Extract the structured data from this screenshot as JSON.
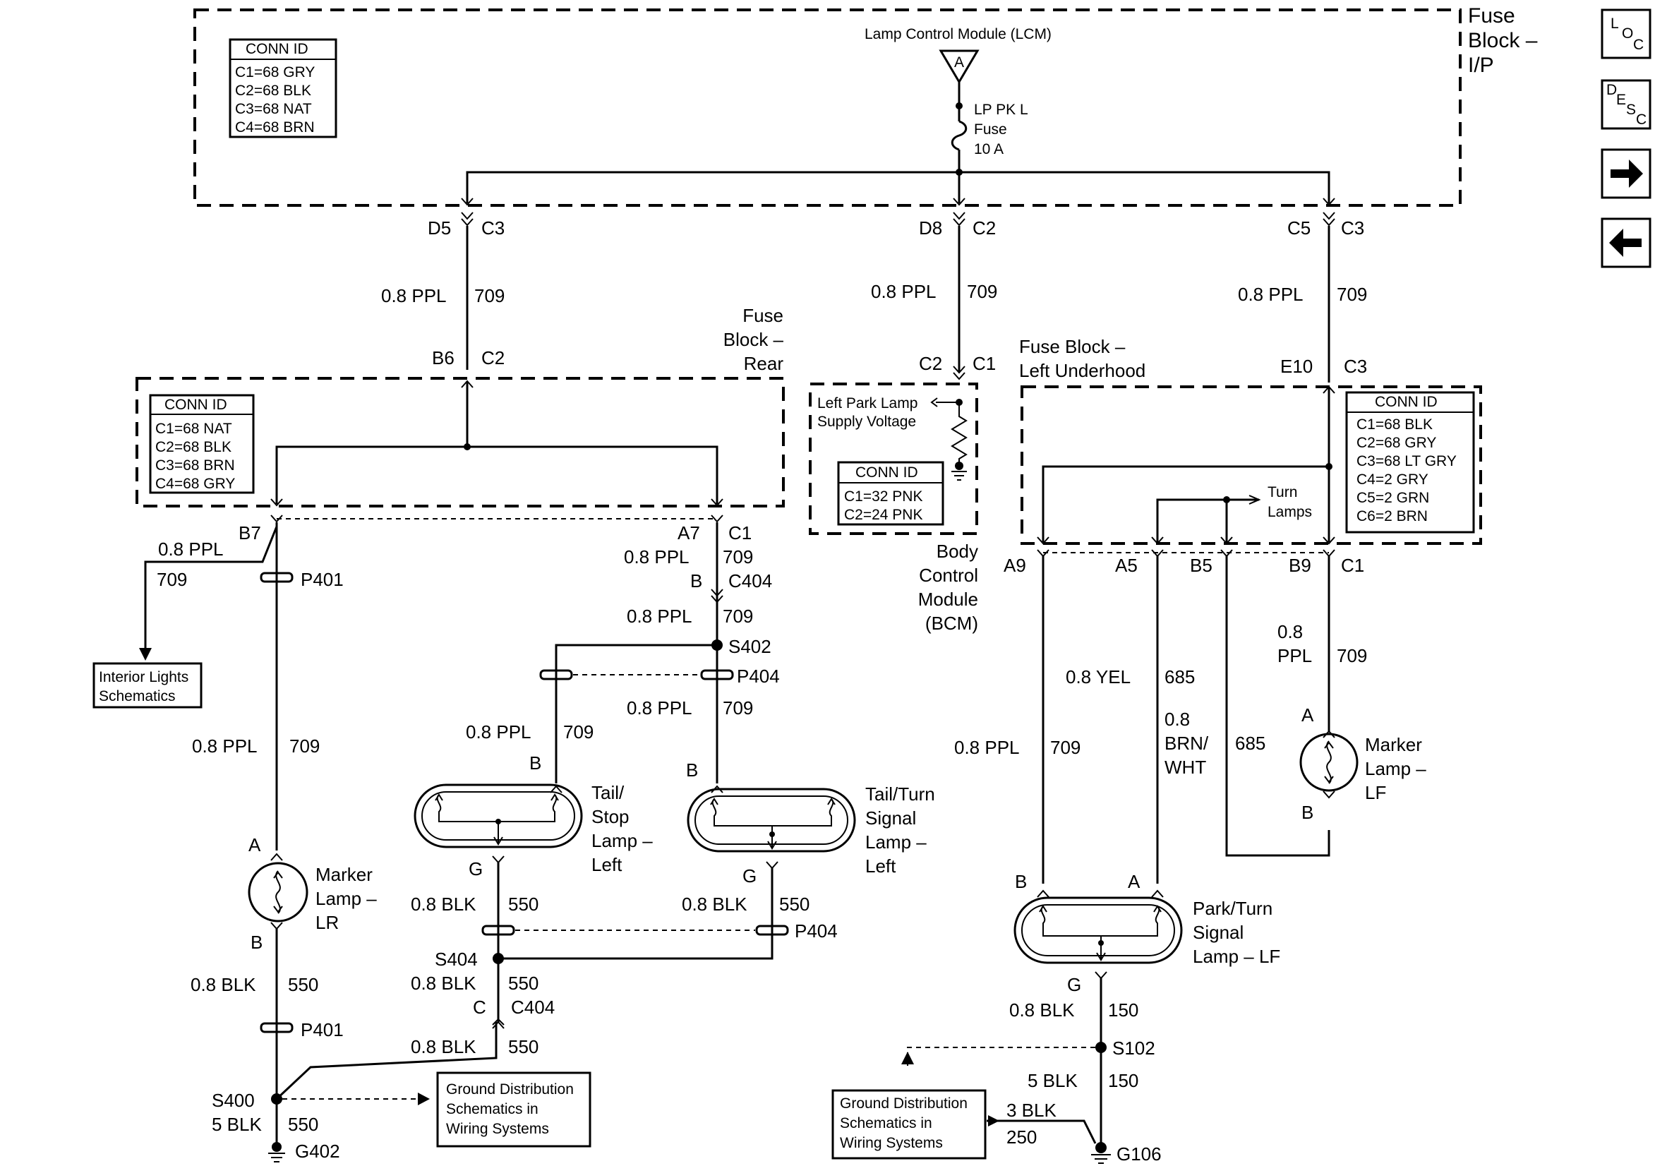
{
  "fuse_block_ip": {
    "label_lines": [
      "Fuse",
      "Block –",
      "I/P"
    ]
  },
  "lcm": {
    "title": "Lamp Control Module (LCM)",
    "terminal": "A"
  },
  "fuse": {
    "lines": [
      "LP PK L",
      "Fuse",
      "10 A"
    ]
  },
  "conn_ip": {
    "title": "CONN ID",
    "rows": [
      "C1=68 GRY",
      "C2=68 BLK",
      "C3=68 NAT",
      "C4=68 BRN"
    ]
  },
  "conn_rear": {
    "title": "CONN ID",
    "rows": [
      "C1=68 NAT",
      "C2=68 BLK",
      "C3=68 BRN",
      "C4=68 GRY"
    ]
  },
  "conn_bcm": {
    "title": "CONN ID",
    "rows": [
      "C1=32 PNK",
      "C2=24 PNK"
    ]
  },
  "conn_under": {
    "title": "CONN ID",
    "rows": [
      "C1=68 BLK",
      "C2=68 GRY",
      "C3=68 LT GRY",
      "C4=2 GRY",
      "C5=2 GRN",
      "C6=2 BRN"
    ]
  },
  "fuse_block_rear": {
    "label_lines": [
      "Fuse",
      "Block –",
      "Rear"
    ]
  },
  "fuse_block_under": {
    "label_lines": [
      "Fuse Block –",
      "Left Underhood"
    ]
  },
  "bcm": {
    "label_lines": [
      "Body",
      "Control",
      "Module",
      "(BCM)"
    ],
    "supply_lines": [
      "Left Park Lamp",
      "Supply Voltage"
    ]
  },
  "turn_lamps": {
    "lines": [
      "Turn",
      "Lamps"
    ]
  },
  "nav": {
    "loc": [
      "L",
      "O",
      "C"
    ],
    "desc": [
      "D",
      "E",
      "S",
      "C"
    ]
  },
  "labels": {
    "d5": "D5",
    "c3": "C3",
    "d8": "D8",
    "c2": "C2",
    "c5": "C5",
    "c1": "C1",
    "ppl": "0.8 PPL",
    "n709": "709",
    "b6": "B6",
    "e10": "E10",
    "b7": "B7",
    "a7": "A7",
    "a9": "A9",
    "a5": "A5",
    "b5": "B5",
    "b9": "B9",
    "p401": "P401",
    "p404": "P404",
    "s402": "S402",
    "s404": "S404",
    "s400": "S400",
    "s102": "S102",
    "b": "B",
    "a": "A",
    "g": "G",
    "c": "C",
    "c404": "C404",
    "blk": "0.8 BLK",
    "n550": "550",
    "blk5": "5 BLK",
    "g402": "G402",
    "g106": "G106",
    "yel": "0.8 YEL",
    "n685": "685",
    "brn1": "0.8",
    "brn2": "BRN/",
    "brn3": "WHT",
    "ppl_a": "0.8",
    "ppl_b": "PPL",
    "n150": "150",
    "blk3": "3 BLK",
    "n250": "250"
  },
  "boxes": {
    "interior": [
      "Interior Lights",
      "Schematics"
    ],
    "ground_left": [
      "Ground Distribution",
      "Schematics in",
      "Wiring Systems"
    ],
    "ground_right": [
      "Ground Distribution",
      "Schematics in",
      "Wiring Systems"
    ]
  },
  "lamps": {
    "marker_lr": [
      "Marker",
      "Lamp –",
      "LR"
    ],
    "tail_stop": [
      "Tail/",
      "Stop",
      "Lamp –",
      "Left"
    ],
    "tail_turn": [
      "Tail/Turn",
      "Signal",
      "Lamp –",
      "Left"
    ],
    "park_turn": [
      "Park/Turn",
      "Signal",
      "Lamp – LF"
    ],
    "marker_lf": [
      "Marker",
      "Lamp –",
      "LF"
    ]
  }
}
